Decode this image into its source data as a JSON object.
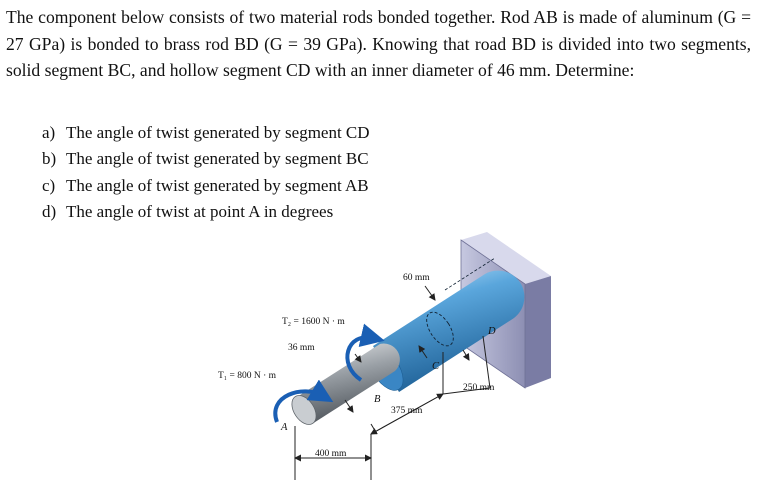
{
  "problem": {
    "intro": "The component below consists of two material rods bonded together. Rod AB is made of aluminum (G = 27 GPa) is bonded to brass rod BD (G = 39 GPa). Knowing that road BD is divided into two segments, solid segment BC, and hollow segment CD with an inner diameter of 46 mm. Determine:",
    "parts": [
      {
        "label": "a)",
        "text": "The angle of twist generated by segment CD"
      },
      {
        "label": "b)",
        "text": "The angle of twist generated by segment BC"
      },
      {
        "label": "c)",
        "text": "The angle of twist generated by segment AB"
      },
      {
        "label": "d)",
        "text": "The angle of twist at point A in degrees"
      }
    ]
  },
  "figure": {
    "label_60mm": "60 mm",
    "label_tb": "T₂ = 1600 N · m",
    "label_36mm": "36 mm",
    "label_ta": "T₁ = 800 N · m",
    "point_b": "B",
    "point_c": "C",
    "point_d": "D",
    "point_a": "A",
    "label_250mm": "250 mm",
    "label_375mm": "375 mm",
    "label_400mm": "400 mm",
    "colors": {
      "brass": "#5aa6dc",
      "aluminum": "#9aa0a6",
      "wall": "#a7a9c8",
      "torque": "#1a5fb4"
    }
  }
}
